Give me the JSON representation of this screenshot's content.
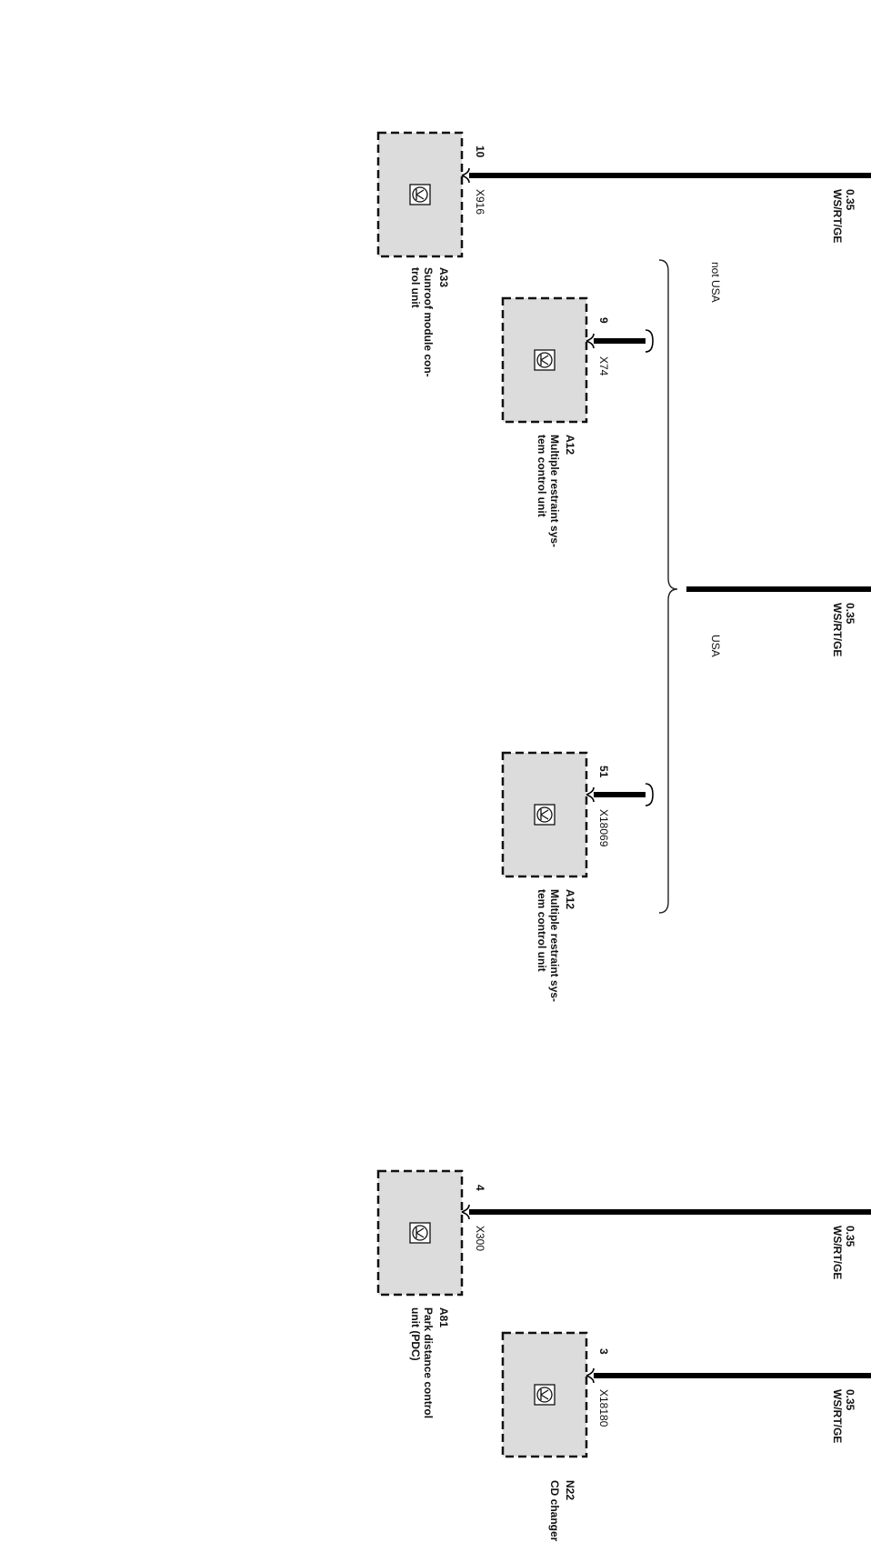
{
  "components": [
    {
      "id": "A33",
      "pin": "10",
      "connector": "X916",
      "desc_line1": "Sunroof module con-",
      "desc_line2": "trol unit",
      "wire": "0.35",
      "wire_color": "WS/RT/GE"
    },
    {
      "id": "A12",
      "pin": "9",
      "connector": "X74",
      "desc_line1": "Multiple restraint sys-",
      "desc_line2": "tem  control unit"
    },
    {
      "id": "A12",
      "pin": "51",
      "connector": "X18069",
      "desc_line1": "Multiple restraint sys-",
      "desc_line2": "tem  control unit"
    },
    {
      "id": "A81",
      "pin": "4",
      "connector": "X300",
      "desc_line1": "Park distance control",
      "desc_line2": "unit (PDC)",
      "wire": "0.35",
      "wire_color": "WS/RT/GE"
    },
    {
      "id": "N22",
      "pin": "3",
      "connector": "X18180",
      "desc_line1": "CD changer",
      "desc_line2": "",
      "wire": "0.35",
      "wire_color": "WS/RT/GE"
    }
  ],
  "branch": {
    "wire": "0.35",
    "wire_color": "WS/RT/GE",
    "variant_not_usa": "not USA",
    "variant_usa": "USA"
  }
}
